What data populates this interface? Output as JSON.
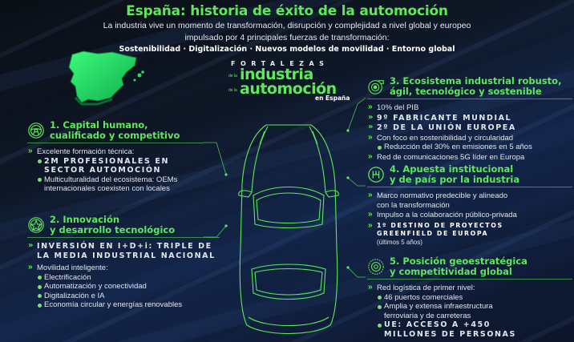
{
  "header": {
    "title": "España: historia de éxito de la automoción",
    "subtitle_line1": "La industria vive un momento de transformación, disrupción y complejidad a nivel global y europeo",
    "subtitle_line2": "impulsado por 4 principales fuerzas de transformación:",
    "forces": "Sostenibilidad · Digitalización · Nuevos modelos de movilidad · Entorno global"
  },
  "logo": {
    "fortalezas": "FORTALEZAS",
    "de_la_1": "de la",
    "industria": "industria",
    "de_la_2": "de la",
    "automocion": "automoción",
    "en_espana": "en España"
  },
  "colors": {
    "accent_green": "#5ee85a",
    "background_navy": "#0d1830",
    "text_light": "#e8eef5"
  },
  "sections": [
    {
      "icon": "steering-wheel-icon",
      "title_line1": "1. Capital humano,",
      "title_line2": "cualificado y competitivo",
      "items": [
        {
          "text": "Excelente formación técnica:",
          "sub": [
            {
              "text": "2M PROFESIONALES EN SECTOR AUTOMOCIÓN",
              "caps": true
            },
            {
              "text": "Multiculturalidad del ecosistema: OEMs internacionales coexisten con locales",
              "caps": false
            }
          ]
        }
      ]
    },
    {
      "icon": "wheel-rim-icon",
      "title_line1": "2. Innovación",
      "title_line2": "y desarrollo tecnológico",
      "items": [
        {
          "text": "INVERSIÓN EN I+D+i: TRIPLE DE LA MEDIA INDUSTRIAL NACIONAL",
          "caps": true
        },
        {
          "text": "Movilidad inteligente:",
          "sub": [
            {
              "text": "Electrificación"
            },
            {
              "text": "Automatización y conectividad"
            },
            {
              "text": "Digitalización e IA"
            },
            {
              "text": "Economía circular y energías renovables"
            }
          ]
        }
      ]
    },
    {
      "icon": "turbocharger-icon",
      "title_line1": "3. Ecosistema industrial robusto,",
      "title_line2": "ágil, tecnológico y sostenible",
      "items": [
        {
          "text": "10% del PIB"
        },
        {
          "text": "9º FABRICANTE MUNDIAL",
          "caps": true
        },
        {
          "text": "2º DE LA UNIÓN EUROPEA",
          "caps": true
        },
        {
          "text": "Con foco en sostenibilidad y circularidad",
          "sub": [
            {
              "text": "Reducción del 30% en emisiones en 5 años"
            }
          ]
        },
        {
          "text": "Red de comunicaciones 5G líder en Europa"
        }
      ]
    },
    {
      "icon": "gear-shift-icon",
      "title_line1": "4. Apuesta institucional",
      "title_line2": "y de país por la industria",
      "items": [
        {
          "text": "Marco normativo predecible y alineado con la transformación"
        },
        {
          "text": "Impulso a la colaboración público-privada"
        },
        {
          "text": "1º DESTINO DE PROYECTOS GREENFIELD DE EUROPA",
          "caps": true,
          "note": "(últimos 5 años)"
        }
      ]
    },
    {
      "icon": "brake-disc-icon",
      "title_line1": "5. Posición geoestratégica",
      "title_line2": "y competitividad global",
      "items": [
        {
          "text": "Red logística de primer nivel:",
          "sub": [
            {
              "text": "46 puertos comerciales"
            },
            {
              "text": "Amplia y extensa infraestructura ferroviaria y de carreteras"
            },
            {
              "text": "UE: ACCESO A +450 MILLONES DE PERSONAS",
              "caps": true
            }
          ]
        }
      ]
    }
  ]
}
